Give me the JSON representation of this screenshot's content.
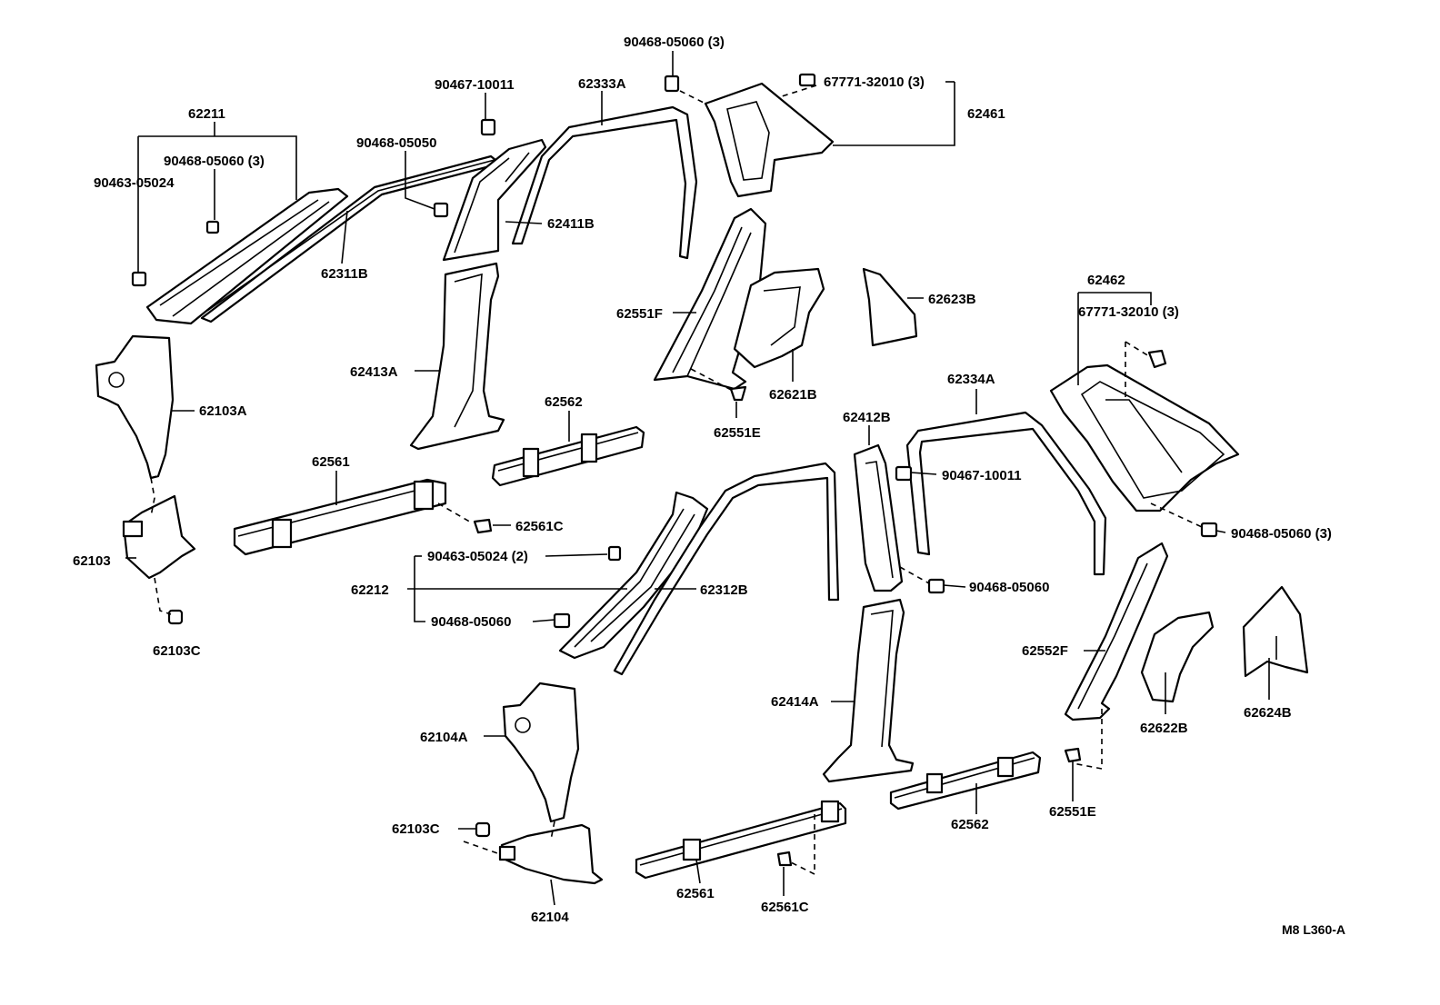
{
  "diagram_code": "M8 L360-A",
  "labels": {
    "p62211": "62211",
    "p90468_05060_3_a": "90468-05060 (3)",
    "p90463_05024_a": "90463-05024",
    "p62311B": "62311B",
    "p90468_05050": "90468-05050",
    "p90467_10011_a": "90467-10011",
    "p90468_05060_3_b": "90468-05060 (3)",
    "p62333A": "62333A",
    "p62411B": "62411B",
    "p67771_32010_3_a": "67771-32010 (3)",
    "p62461": "62461",
    "p62413A": "62413A",
    "p62103A": "62103A",
    "p62551F": "62551F",
    "p62623B": "62623B",
    "p62462": "62462",
    "p67771_32010_3_b": "67771-32010 (3)",
    "p62562_a": "62562",
    "p62621B": "62621B",
    "p62551E_a": "62551E",
    "p62334A": "62334A",
    "p62412B": "62412B",
    "p62561_a": "62561",
    "p90467_10011_b": "90467-10011",
    "p62561C_a": "62561C",
    "p90468_05060_3_c": "90468-05060 (3)",
    "p62103": "62103",
    "p90463_05024_2": "90463-05024 (2)",
    "p62212": "62212",
    "p62312B": "62312B",
    "p90468_05060_b": "90468-05060",
    "p90468_05060_c": "90468-05060",
    "p62103C_a": "62103C",
    "p62552F": "62552F",
    "p62414A": "62414A",
    "p62624B": "62624B",
    "p62622B": "62622B",
    "p62104A": "62104A",
    "p62551E_b": "62551E",
    "p62562_b": "62562",
    "p62103C_b": "62103C",
    "p62561_b": "62561",
    "p62561C_b": "62561C",
    "p62104": "62104"
  }
}
